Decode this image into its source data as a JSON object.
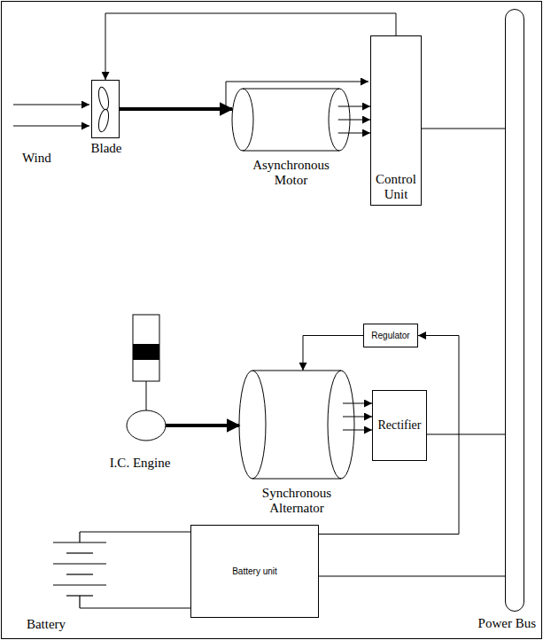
{
  "diagram": {
    "nodes": [
      {
        "text": [
          "Blade"
        ]
      },
      {
        "text": [
          "Asynchronous Motor"
        ]
      },
      {
        "text": [
          "Control Unit"
        ]
      },
      {
        "text": [
          "Regulator"
        ]
      },
      {
        "text": [
          "I.C. Engine"
        ]
      },
      {
        "text": [
          "Synchronous Alternator"
        ]
      },
      {
        "text": [
          "Rectifier"
        ]
      },
      {
        "text": [
          "Battery"
        ]
      },
      {
        "text": [
          "Battery unit"
        ]
      },
      {
        "text": [
          "Power Bus"
        ]
      }
    ],
    "edges": [
      {
        "from": 0,
        "to": 1,
        "arrow": "to"
      },
      {
        "from": 2,
        "to": 0,
        "arrow": "to"
      },
      {
        "from": 1,
        "to": 2,
        "arrow": "to"
      },
      {
        "from": 2,
        "to": 9,
        "arrow": "none"
      },
      {
        "from": 4,
        "to": 5,
        "arrow": "to"
      },
      {
        "from": 5,
        "to": 6,
        "arrow": "to"
      },
      {
        "from": 6,
        "to": 9,
        "arrow": "none"
      },
      {
        "from": 3,
        "to": 5,
        "arrow": "to"
      },
      {
        "from": 8,
        "to": 3,
        "arrow": "to"
      },
      {
        "from": 7,
        "to": 8,
        "arrow": "none"
      },
      {
        "from": 7,
        "to": 8,
        "arrow": "none"
      },
      {
        "from": 8,
        "to": 9,
        "arrow": "none"
      }
    ],
    "labels": [
      "Wind"
    ]
  }
}
